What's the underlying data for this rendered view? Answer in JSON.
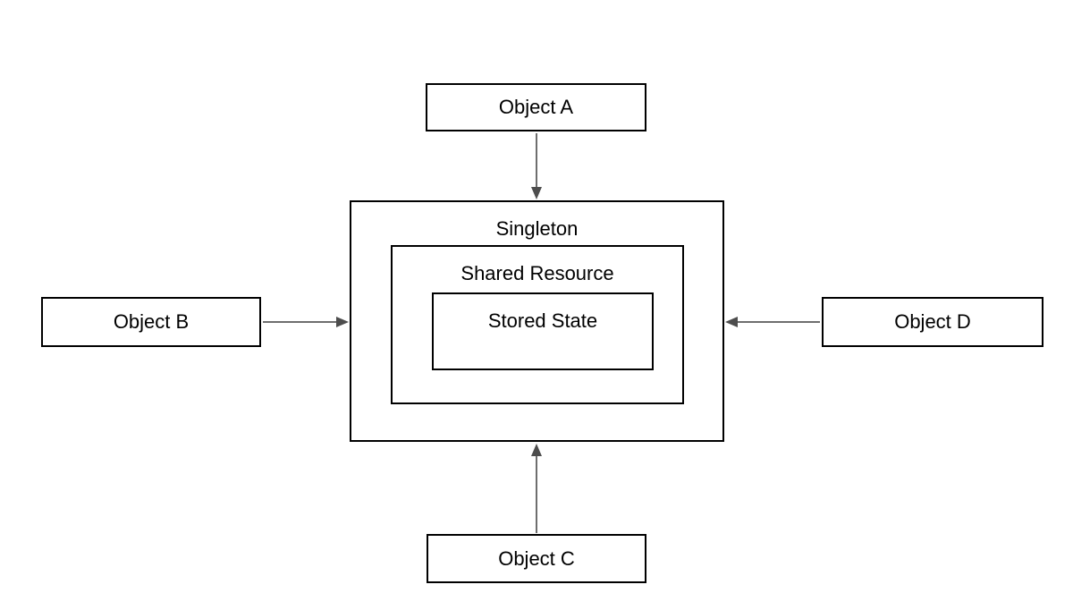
{
  "diagram": {
    "type": "singleton-pattern-diagram",
    "nodes": {
      "singleton": {
        "label": "Singleton"
      },
      "shared_resource": {
        "label": "Shared Resource"
      },
      "stored_state": {
        "label": "Stored State"
      },
      "object_a": {
        "label": "Object A"
      },
      "object_b": {
        "label": "Object B"
      },
      "object_c": {
        "label": "Object C"
      },
      "object_d": {
        "label": "Object D"
      }
    },
    "edges": [
      {
        "from": "Object A",
        "to": "Singleton",
        "direction": "down"
      },
      {
        "from": "Object B",
        "to": "Singleton",
        "direction": "right"
      },
      {
        "from": "Object C",
        "to": "Singleton",
        "direction": "up"
      },
      {
        "from": "Object D",
        "to": "Singleton",
        "direction": "left"
      }
    ],
    "colors": {
      "background": "#ffffff",
      "border": "#000000",
      "text": "#000000",
      "arrow_line": "#6e6e6e",
      "arrow_head": "#4d4d4d"
    }
  }
}
